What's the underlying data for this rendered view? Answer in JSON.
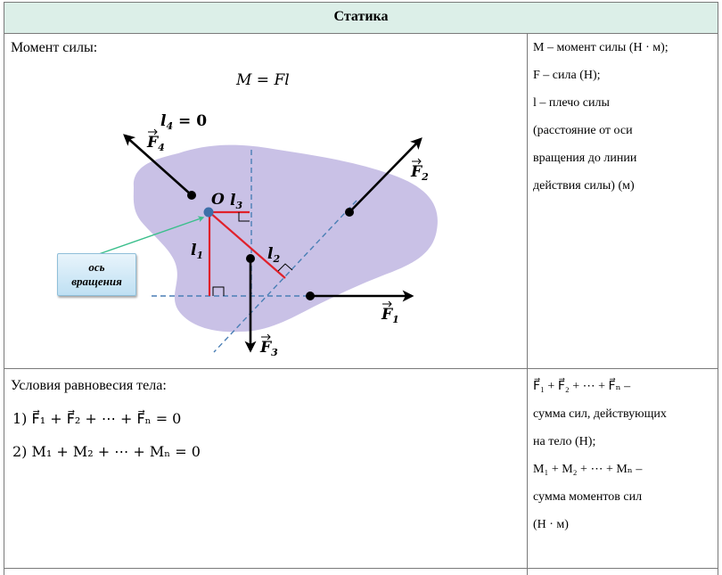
{
  "header": {
    "title": "Статика"
  },
  "moment": {
    "title": "Момент силы:",
    "formula": "M = Fl",
    "definitions": [
      "M – момент силы (Н · м);",
      "F – сила (Н);",
      "l – плечо силы",
      "(расстояние от оси",
      "вращения до линии",
      "действия силы) (м)"
    ]
  },
  "diagram": {
    "axis_label_line1": "ось",
    "axis_label_line2": "вращения",
    "point_label": "O",
    "l4_label": "l",
    "l4_sub": "4",
    "l4_value": " = 0",
    "forces": [
      {
        "name": "F",
        "sub": "1"
      },
      {
        "name": "F",
        "sub": "2"
      },
      {
        "name": "F",
        "sub": "3"
      },
      {
        "name": "F",
        "sub": "4"
      }
    ],
    "arms": [
      {
        "name": "l",
        "sub": "1"
      },
      {
        "name": "l",
        "sub": "2"
      },
      {
        "name": "l",
        "sub": "3"
      }
    ],
    "colors": {
      "body": "#c9c1e6",
      "arm": "#e0212b",
      "dash": "#4a7fb5",
      "force": "#000000",
      "axis_dot": "#3d6fa8",
      "callout_arrow": "#3bbf8c"
    }
  },
  "equilibrium": {
    "title": "Условия равновесия тела:",
    "cond1": "1) F⃗₁ + F⃗₂ + ⋯ + F⃗ₙ = 0",
    "cond2": "2) M₁ + M₂ + ⋯ + Mₙ = 0",
    "definitions": [
      "F⃗₁ + F⃗₂ + ⋯ + F⃗ₙ –",
      "сумма сил, действующих",
      "на тело (Н);",
      "M₁ + M₂ + ⋯ + Mₙ –",
      "сумма моментов сил",
      "(Н · м)"
    ]
  }
}
